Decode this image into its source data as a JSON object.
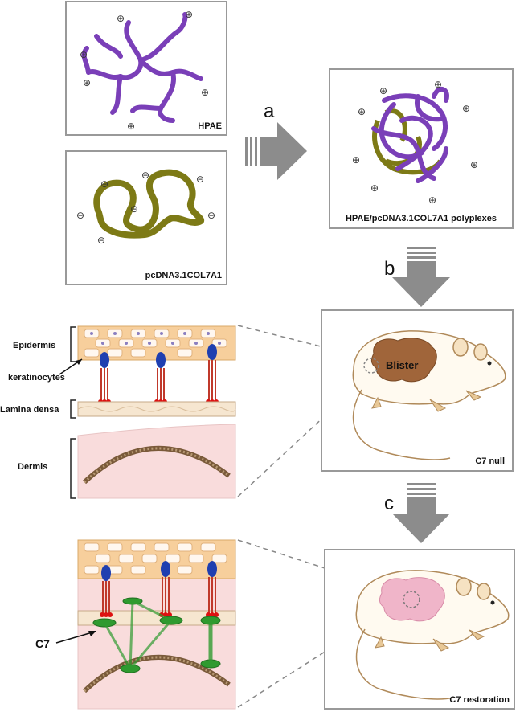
{
  "panels": {
    "hpae": "HPAE",
    "plasmid": "pcDNA3.1COL7A1",
    "polyplex": "HPAE/pcDNA3.1COL7A1 polyplexes",
    "mouse_null": "C7 null",
    "mouse_restored": "C7 restoration",
    "blister": "Blister"
  },
  "steps": {
    "a": "a",
    "b": "b",
    "c": "c"
  },
  "skin_labels": {
    "epidermis": "Epidermis",
    "keratinocytes": "keratinocytes",
    "lamina_densa": "Lamina densa",
    "dermis": "Dermis",
    "c7": "C7"
  },
  "charges": {
    "positive": "⊕",
    "negative": "⊖"
  },
  "colors": {
    "polymer": "#7a3fb8",
    "plasmid": "#7d7a16",
    "epidermis": "#f7cf9c",
    "dermis": "#f9dcdc",
    "blister": "#a0653a",
    "restored_skin": "#f0b5c9",
    "collagen_vii": "#2f9a2f",
    "arrow": "#8c8c8c"
  }
}
